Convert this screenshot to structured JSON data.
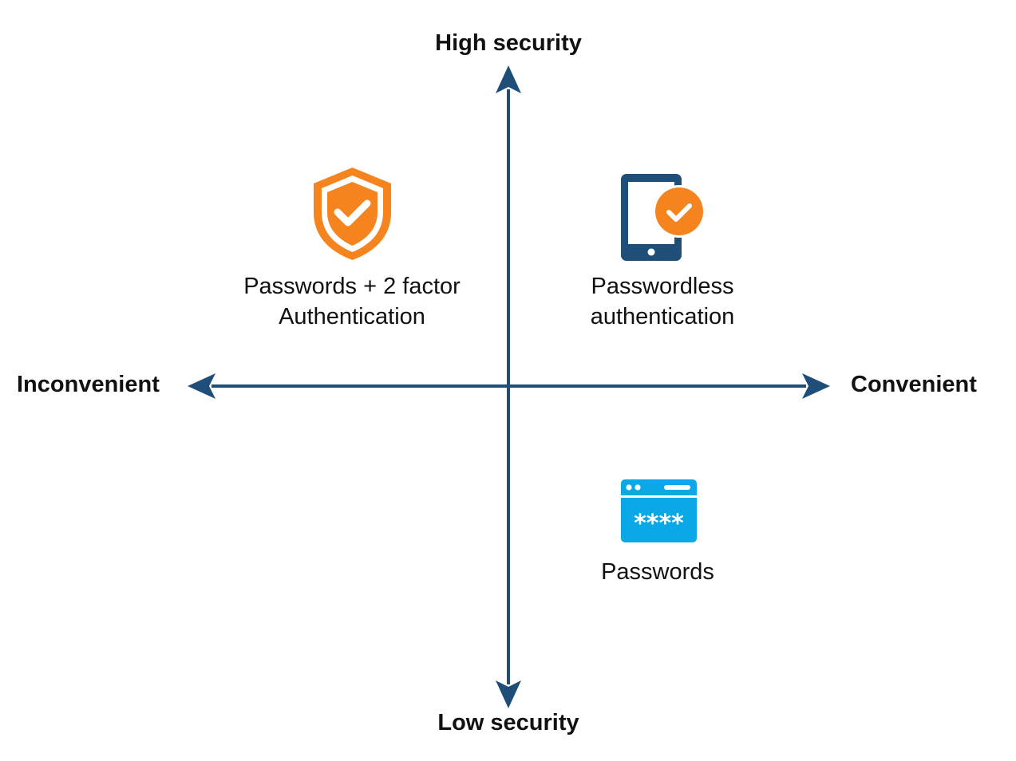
{
  "axes": {
    "top": "High security",
    "bottom": "Low security",
    "left": "Inconvenient",
    "right": "Convenient"
  },
  "items": {
    "two_factor": {
      "line1": "Passwords + 2 factor",
      "line2": "Authentication",
      "icon": "shield-check-icon"
    },
    "passwordless": {
      "line1": "Passwordless",
      "line2": "authentication",
      "icon": "phone-check-icon"
    },
    "passwords": {
      "line1": "Passwords",
      "icon": "password-field-icon"
    }
  },
  "colors": {
    "axis": "#1f4e79",
    "orange": "#f5841f",
    "navy": "#1f4e79",
    "cyan": "#0aa8e6",
    "text": "#111111"
  }
}
